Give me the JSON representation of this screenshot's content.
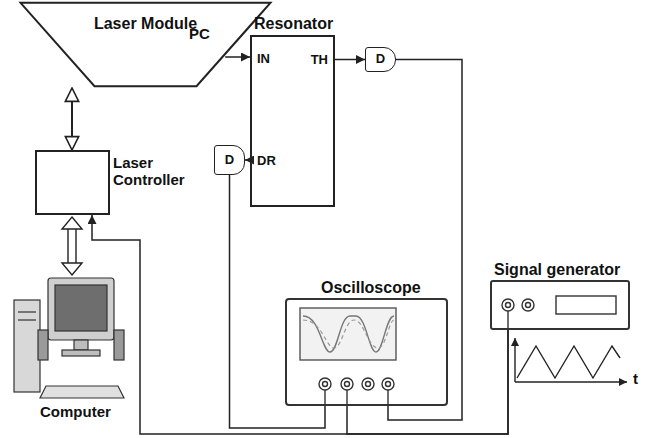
{
  "diagram": {
    "nodes": [
      {
        "text": [
          "Laser Module"
        ]
      },
      {
        "text": [
          "Resonator",
          "IN",
          "TH",
          "DR"
        ]
      },
      {
        "text": [
          "D"
        ]
      },
      {
        "text": [
          "Laser Controller"
        ]
      },
      {
        "text": [
          "D"
        ]
      },
      {
        "text": [
          "Oscilloscope"
        ]
      },
      {
        "text": [
          "Signal generator"
        ]
      }
    ],
    "edges": [
      {
        "from": 0,
        "to": 1,
        "arrow": "to"
      },
      {
        "from": 0,
        "to": 3,
        "arrow": "both"
      },
      {
        "from": 1,
        "to": 2,
        "arrow": "to"
      },
      {
        "from": 1,
        "to": 4,
        "arrow": "to"
      },
      {
        "from": 2,
        "to": 5,
        "arrow": "none"
      },
      {
        "from": 4,
        "to": 5,
        "arrow": "none"
      },
      {
        "from": 6,
        "to": 5,
        "arrow": "none"
      },
      {
        "from": 6,
        "to": 3,
        "arrow": "to"
      }
    ],
    "labels": [
      "PC",
      "Computer",
      "t"
    ]
  }
}
